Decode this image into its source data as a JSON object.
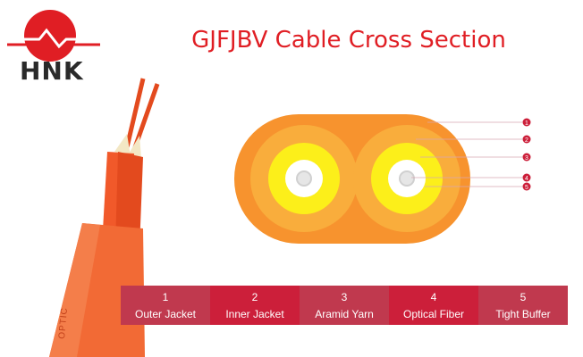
{
  "brand": {
    "name": "HNK"
  },
  "title": "GJFJBV Cable Cross Section",
  "cable_print": "OPTIC",
  "callouts": [
    "1",
    "2",
    "3",
    "4",
    "5"
  ],
  "legend": [
    {
      "num": "1",
      "label": "Outer Jacket",
      "color": "#c0394e"
    },
    {
      "num": "2",
      "label": "Inner Jacket",
      "color": "#cc1f3a"
    },
    {
      "num": "3",
      "label": "Aramid Yarn",
      "color": "#c0394e"
    },
    {
      "num": "4",
      "label": "Optical Fiber",
      "color": "#cc1f3a"
    },
    {
      "num": "5",
      "label": "Tight Buffer",
      "color": "#c0394e"
    }
  ],
  "colors": {
    "brand_red": "#e01e24",
    "outer_jacket": "#f7932e",
    "inner_jacket": "#f9ad3c",
    "aramid": "#fcef1a",
    "fiber": "#ffffff"
  }
}
